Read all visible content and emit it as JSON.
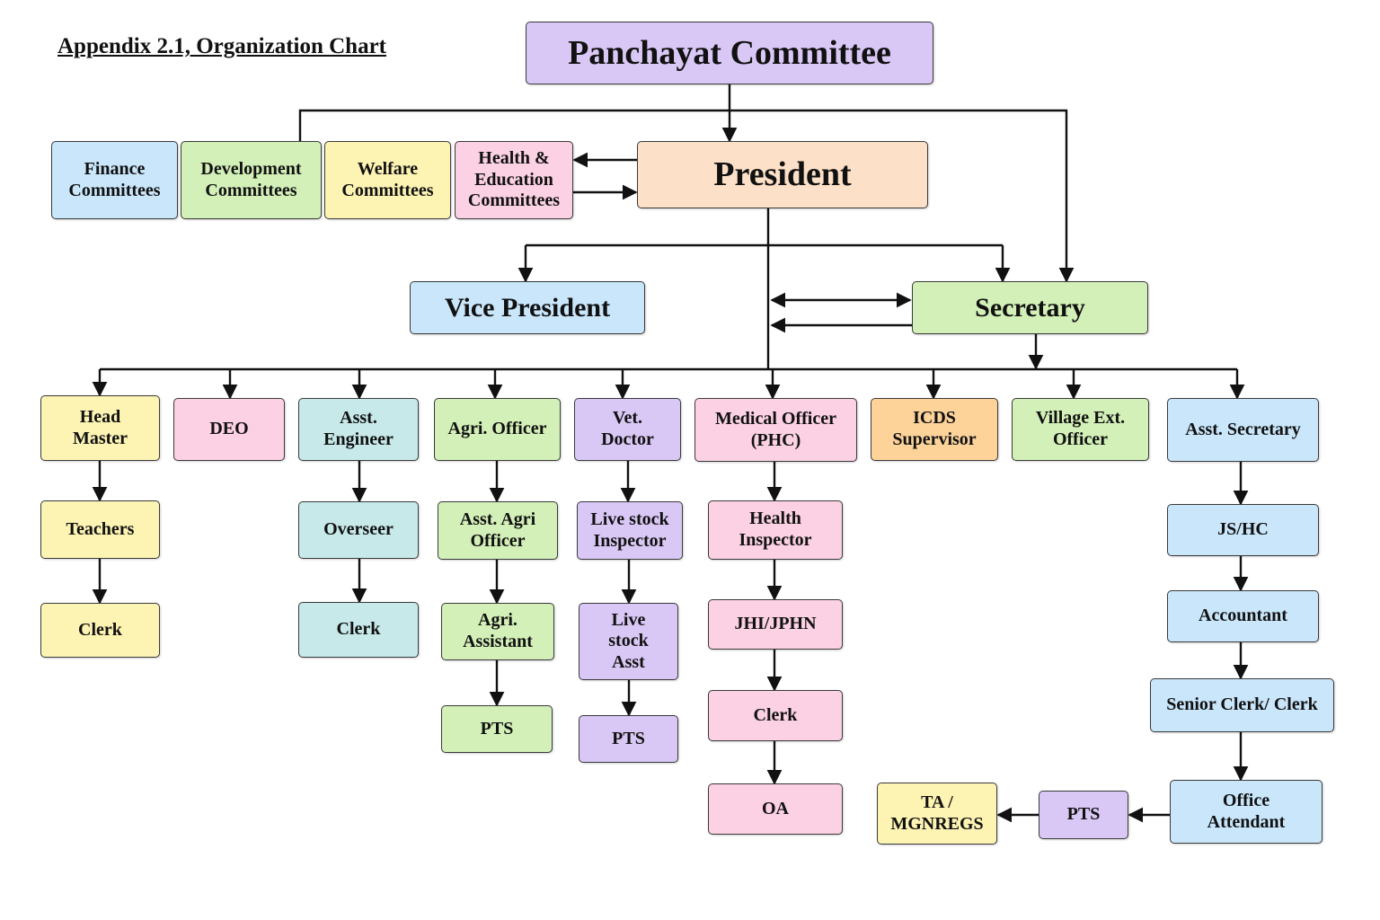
{
  "title": "Appendix 2.1, Organization Chart",
  "colors": {
    "purple": "#d9c8f5",
    "peach": "#fde0c8",
    "blue": "#c9e6fb",
    "green": "#d3f0b8",
    "yellow": "#fdf3b3",
    "pink": "#fbd1e3",
    "teal": "#c7e9ea",
    "orange": "#fdd39a",
    "line": "#111111"
  },
  "nodes": {
    "panchayat": "Panchayat Committee",
    "president": "President",
    "finance": "Finance\nCommittees",
    "development": "Development\nCommittees",
    "welfare": "Welfare\nCommittees",
    "health_edu": "Health &\nEducation\nCommittees",
    "vice_president": "Vice President",
    "secretary": "Secretary",
    "head_master": "Head\nMaster",
    "teachers": "Teachers",
    "clerk_hm": "Clerk",
    "deo": "DEO",
    "asst_engineer": "Asst.\nEngineer",
    "overseer": "Overseer",
    "clerk_ae": "Clerk",
    "agri_officer": "Agri. Officer",
    "asst_agri": "Asst. Agri\nOfficer",
    "agri_assistant": "Agri.\nAssistant",
    "pts_agri": "PTS",
    "vet_doctor": "Vet.\nDoctor",
    "livestock_inspector": "Live stock\nInspector",
    "livestock_asst": "Live\nstock\nAsst",
    "pts_vet": "PTS",
    "medical_officer": "Medical Officer\n(PHC)",
    "health_inspector": "Health\nInspector",
    "jhi": "JHI/JPHN",
    "clerk_mo": "Clerk",
    "oa": "OA",
    "icds": "ICDS\nSupervisor",
    "village_ext": "Village Ext.\nOfficer",
    "asst_secretary": "Asst. Secretary",
    "js_hc": "JS/HC",
    "accountant": "Accountant",
    "senior_clerk": "Senior Clerk/ Clerk",
    "office_attendant": "Office\nAttendant",
    "pts_sec": "PTS",
    "ta_mgnregs": "TA /\nMGNREGS"
  }
}
